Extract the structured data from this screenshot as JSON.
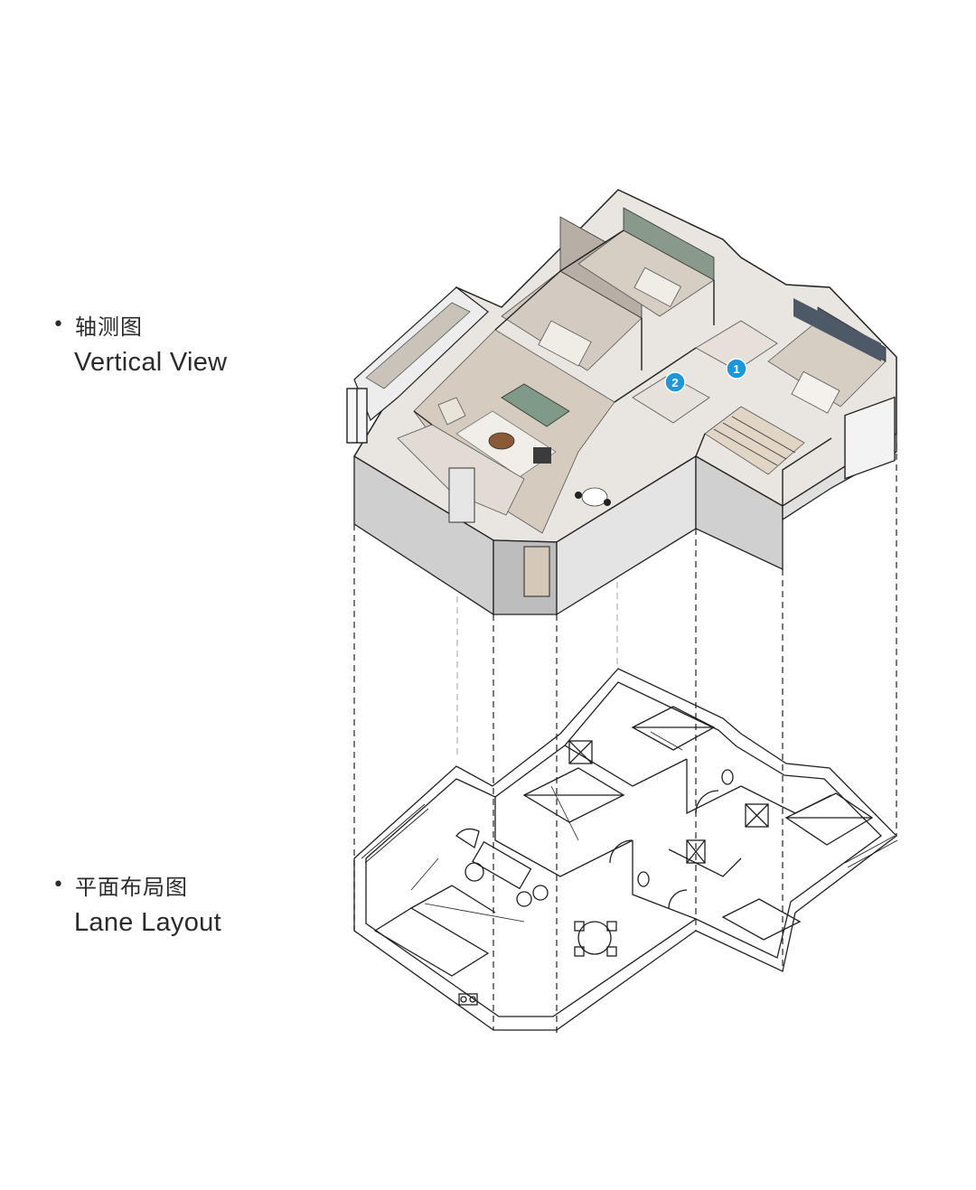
{
  "captions": {
    "axonometric": {
      "bullet": "•",
      "zh": "轴测图",
      "en": "Vertical View"
    },
    "plan": {
      "bullet": "•",
      "zh": "平面布局图",
      "en": "Lane Layout"
    }
  },
  "markers": [
    {
      "label": "1",
      "color": "#1e96dc"
    },
    {
      "label": "2",
      "color": "#1e96dc"
    }
  ],
  "colors": {
    "wall_top": "#ffffff",
    "wall_side": "#e8e8e8",
    "wall_front": "#d9d9d9",
    "floor": "#d8cfc5",
    "green_wall": "#8a9a8a",
    "taupe_wall": "#b6aca4",
    "blue_wall": "#4d5966",
    "line": "#2a2a2a",
    "marker": "#1e96dc"
  }
}
